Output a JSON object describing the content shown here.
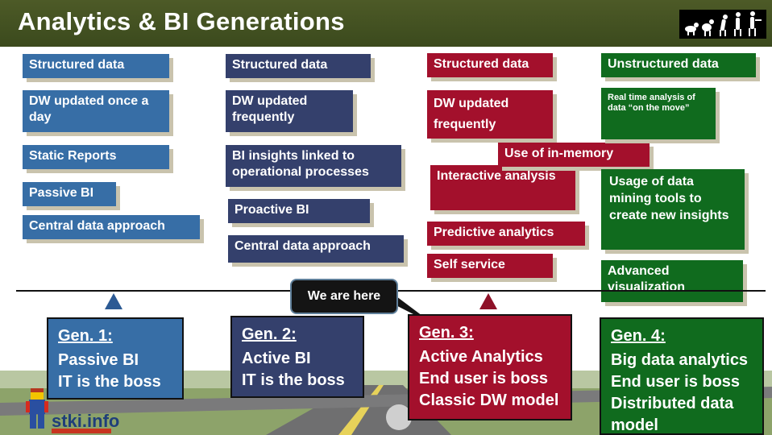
{
  "title": "Analytics & BI Generations",
  "logo_text": "stki.info",
  "callout": "We are here",
  "colors": {
    "gen1": "#376ea6",
    "gen2": "#34406c",
    "gen3": "#a3102c",
    "gen4": "#106b1e",
    "title_bar": "#44521f"
  },
  "col1": {
    "items": [
      "Structured data",
      "DW updated once a day",
      "Static Reports",
      "Passive BI",
      "Central data approach"
    ],
    "gen": {
      "title": "Gen. 1:",
      "lines": [
        "Passive BI",
        "IT is the boss"
      ]
    }
  },
  "col2": {
    "items": [
      "Structured data",
      "DW updated frequently",
      "BI insights linked to operational processes",
      "Proactive BI",
      "Central data approach"
    ],
    "gen": {
      "title": "Gen. 2:",
      "lines": [
        "Active BI",
        "IT is the boss"
      ]
    }
  },
  "col3": {
    "items": [
      "Structured data",
      "DW updated frequently",
      "Use of in-memory",
      "Interactive analysis",
      "Predictive analytics",
      "Self service"
    ],
    "gen": {
      "title": "Gen. 3:",
      "lines": [
        "Active Analytics",
        "End user is boss",
        "Classic DW model"
      ]
    }
  },
  "col4": {
    "items": [
      "Unstructured data",
      "Real time analysis of data “on the move”",
      "Usage of data mining tools to create new insights",
      "Advanced visualization"
    ],
    "gen": {
      "title": "Gen. 4:",
      "lines": [
        "Big data analytics",
        "End user is boss",
        "Distributed data model"
      ]
    }
  }
}
